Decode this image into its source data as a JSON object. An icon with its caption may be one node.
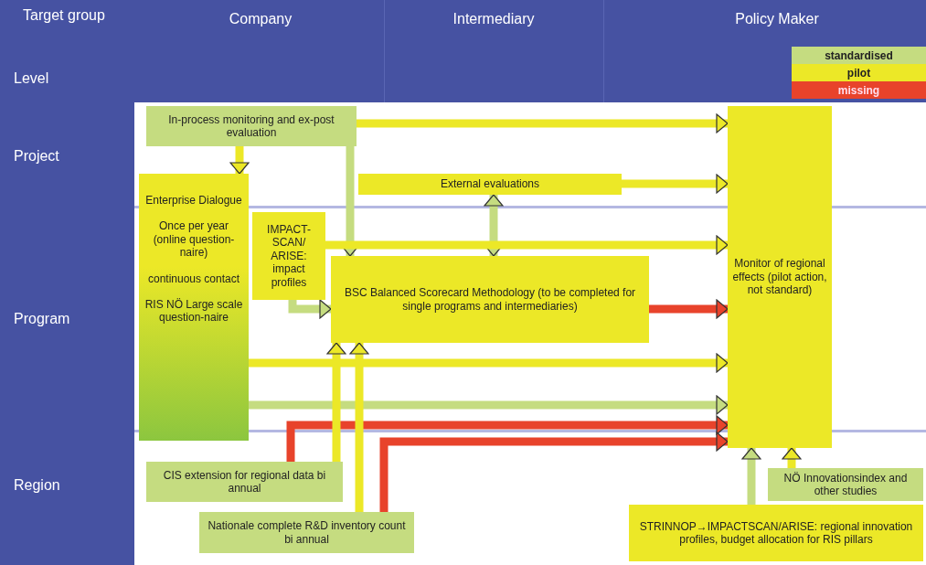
{
  "diagram": {
    "nodes": [
      {
        "text": [
          "In-process monitoring and ex-post evaluation"
        ]
      },
      {
        "text": [
          "External evaluations"
        ]
      },
      {
        "text": [
          "Enterprise Dialogue",
          "Once per year (online question-naire)",
          "continuous contact",
          "RIS NÖ Large scale question-naire"
        ]
      },
      {
        "text": [
          "IMPACT-SCAN/ ARISE: impact profiles"
        ]
      },
      {
        "text": [
          "BSC Balanced Scorecard Methodology (to be completed for single programs and intermediaries)"
        ]
      },
      {
        "text": [
          "Monitor of regional effects (pilot action, not standard)"
        ]
      },
      {
        "text": [
          "CIS extension for regional data bi annual"
        ]
      },
      {
        "text": [
          "Nationale complete R&D inventory count bi annual"
        ]
      },
      {
        "text": [
          "NÖ Innovationsindex and other studies"
        ]
      },
      {
        "text": [
          "STRINNOP→IMPACTSCAN/ARISE: regional innovation profiles, budget allocation for RIS pillars"
        ]
      }
    ],
    "edges": [
      {
        "from": 0,
        "to": 5,
        "arrow": "to"
      },
      {
        "from": 0,
        "to": 4,
        "arrow": "to",
        "color": "#c5dc80"
      },
      {
        "from": 0,
        "to": 2,
        "arrow": "to"
      },
      {
        "from": 1,
        "to": 5,
        "arrow": "to"
      },
      {
        "from": 1,
        "to": 4,
        "arrow": "both",
        "color": "#c5dc80"
      },
      {
        "from": 3,
        "to": 5,
        "arrow": "to"
      },
      {
        "from": 3,
        "to": 4,
        "arrow": "to",
        "color": "#c5dc80"
      },
      {
        "from": 4,
        "to": 5,
        "arrow": "to",
        "color": "#e8432b"
      },
      {
        "from": 2,
        "to": 5,
        "arrow": "to"
      },
      {
        "from": 2,
        "to": 5,
        "arrow": "to",
        "color": "#c5dc80"
      },
      {
        "from": 6,
        "to": 5,
        "arrow": "to",
        "color": "#e8432b"
      },
      {
        "from": 6,
        "to": 4,
        "arrow": "to"
      },
      {
        "from": 7,
        "to": 4,
        "arrow": "to"
      },
      {
        "from": 7,
        "to": 5,
        "arrow": "to",
        "color": "#e8432b"
      },
      {
        "from": 9,
        "to": 5,
        "arrow": "to",
        "color": "#c5dc80"
      },
      {
        "from": 8,
        "to": 5,
        "arrow": "to"
      }
    ],
    "labels": [
      "Target group",
      "Company",
      "Intermediary",
      "Policy Maker",
      "Level",
      "Project",
      "Program",
      "Region"
    ],
    "legend": [
      {
        "text": "standardised",
        "color": "#c5dc80"
      },
      {
        "text": "pilot",
        "color": "#ece827"
      },
      {
        "text": "missing",
        "color": "#e8432b"
      }
    ]
  }
}
